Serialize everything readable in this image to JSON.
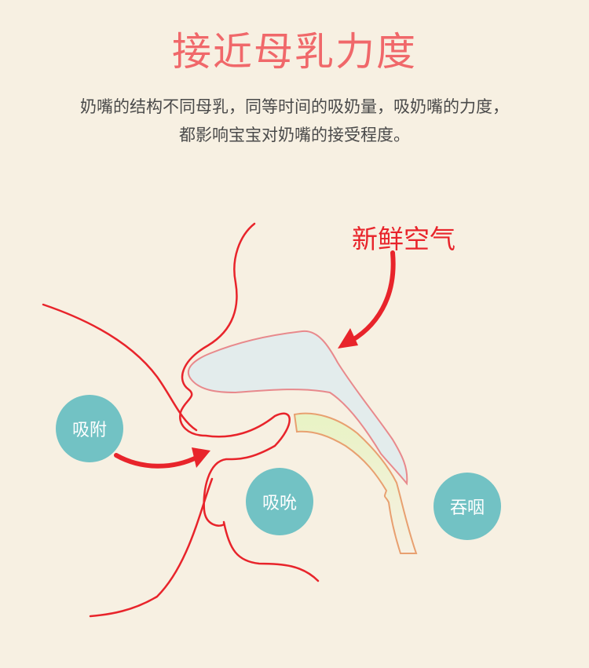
{
  "header": {
    "title": "接近母乳力度",
    "desc_line1": "奶嘴的结构不同母乳，同等时间的吸奶量，吸奶嘴的力度，",
    "desc_line2": "都影响宝宝对奶嘴的接受程度。"
  },
  "diagram": {
    "label_air": "新鲜空气",
    "badge_attach": "吸附",
    "badge_suck": "吸吮",
    "badge_swallow": "吞咽",
    "colors": {
      "outline_red": "#e8242b",
      "cavity_fill": "#e3ecec",
      "cavity_stroke": "#e8898c",
      "tongue_fill": "#e8f3c4",
      "tongue_stroke": "#e8a070",
      "badge": "#72c2c4",
      "title": "#f0686a"
    }
  }
}
